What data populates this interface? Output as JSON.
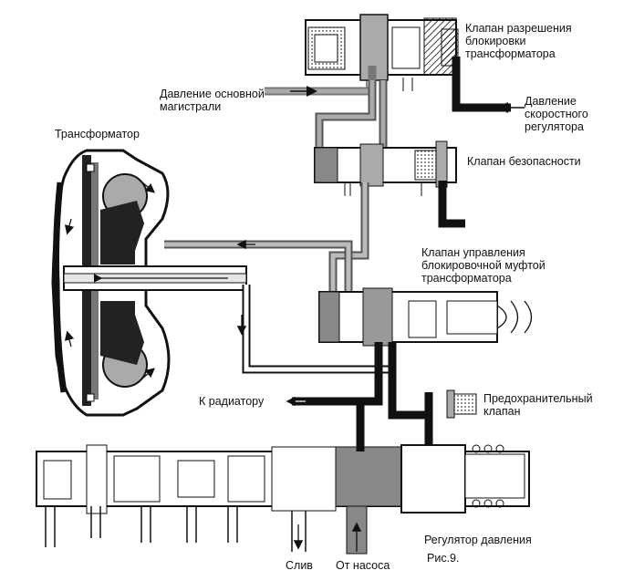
{
  "labels": {
    "lockup_enable_valve": "Клапан разрешения\nблокировки\nтрансформатора",
    "main_line_pressure": "Давление основной\nмагистрали",
    "governor_pressure": "Давление\nскоростного\nрегулятора",
    "converter": "Трансформатор",
    "safety_valve": "Клапан безопасности",
    "lockup_clutch_control_valve": "Клапан управления\nблокировочной муфтой\nтрансформатора",
    "to_radiator": "К радиатору",
    "relief_valve": "Предохранительный\nклапан",
    "pressure_regulator": "Регулятор давления",
    "drain": "Слив",
    "from_pump": "От насоса",
    "figure": "Рис.9."
  },
  "colors": {
    "ink": "#111111",
    "fluid_dark": "#222222",
    "fluid_mid": "#8a8a8a",
    "fluid_light": "#c8c8c8",
    "paper": "#ffffff"
  }
}
